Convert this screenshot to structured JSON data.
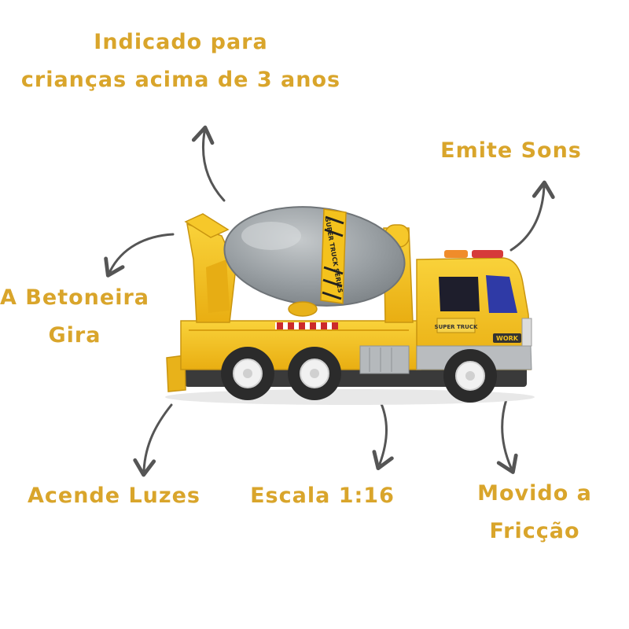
{
  "annotations": {
    "age": {
      "line1": "Indicado para",
      "line2": "crianças acima de 3 anos"
    },
    "sounds": "Emite Sons",
    "rotates": {
      "line1": "A Betoneira",
      "line2": "Gira"
    },
    "lights": "Acende Luzes",
    "scale": "Escala 1:16",
    "friction": {
      "line1": "Movido a",
      "line2": "Fricção"
    }
  },
  "truck": {
    "drum_text": "SUPER TRUCK SERIES",
    "door_text": "SUPER TRUCK",
    "badge_text": "WORK"
  },
  "colors": {
    "label": "#d9a52b",
    "arrow": "#555555",
    "body": "#f4c21d",
    "drum": "#9aa0a4",
    "tire": "#2b2b2b"
  }
}
